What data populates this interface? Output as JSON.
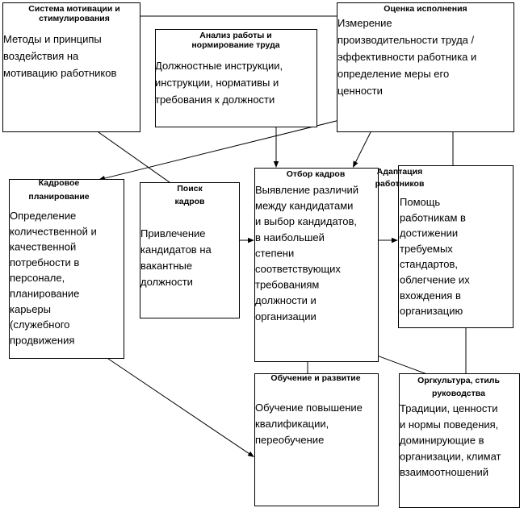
{
  "boxes": [
    {
      "id": "motivation",
      "title_lines": [
        "Система мотивации и",
        "стимулирования"
      ],
      "text_lines": [
        "Методы  и принципы",
        "воздействия на",
        "мотивацию работников"
      ]
    },
    {
      "id": "analysis",
      "title_lines": [
        "Анализ работы и",
        "нормирование труда"
      ],
      "text_lines": [
        "Должностные инструкции,",
        "инструкции, нормативы и",
        "требования к должности"
      ]
    },
    {
      "id": "evaluation",
      "title_lines": [
        "Оценка исполнения"
      ],
      "text_lines": [
        "Измерение",
        "производительности труда /",
        "эффективности работника и",
        "определение меры его",
        "ценности"
      ]
    },
    {
      "id": "planning",
      "title_lines": [
        "Кадровое",
        "планирование"
      ],
      "text_lines": [
        "Определение",
        "количественной и",
        "качественной",
        "потребности в",
        "персонале,",
        "планирование",
        "карьеры",
        "(служебного",
        "продвижения"
      ]
    },
    {
      "id": "search",
      "title_lines": [
        "Поиск",
        "кадров"
      ],
      "text_lines": [
        "Привлечение",
        "кандидатов на",
        "вакантные",
        "должности"
      ]
    },
    {
      "id": "selection",
      "title_lines": [
        "Отбор кадров"
      ],
      "text_lines": [
        "Выявление различий",
        "между кандидатами",
        "и выбор кандидатов,",
        "в наибольшей",
        "степени",
        "соответствующих",
        "требованиям",
        "должности и",
        "организации"
      ]
    },
    {
      "id": "adaptation",
      "title_lines": [
        "Адаптация",
        "работников"
      ],
      "text_lines": [
        "Помощь",
        "работникам в",
        "достижении",
        "требуемых",
        "стандартов,",
        "облегчение их",
        "вхождения в",
        "организацию"
      ]
    },
    {
      "id": "training",
      "title_lines": [
        "Обучение и развитие"
      ],
      "text_lines": [
        "Обучение повышение",
        "квалификации,",
        "переобучение"
      ]
    },
    {
      "id": "culture",
      "title_lines": [
        "Оргкультура, стиль",
        "руководства"
      ],
      "text_lines": [
        "Традиции, ценности",
        "и нормы поведения,",
        "доминирующие в",
        "организации, климат",
        "взаимоотношений"
      ]
    }
  ],
  "connectors": [
    {
      "from": "motivation",
      "to": "evaluation",
      "arrow": false
    },
    {
      "from": "motivation",
      "to": "search",
      "arrow": true
    },
    {
      "from": "analysis",
      "to": "selection",
      "arrow": true
    },
    {
      "from": "evaluation",
      "to": "planning",
      "arrow": true
    },
    {
      "from": "evaluation",
      "to": "selection",
      "arrow": true
    },
    {
      "from": "adaptation",
      "to": "evaluation",
      "arrow": true
    },
    {
      "from": "search",
      "to": "selection",
      "arrow": true
    },
    {
      "from": "selection",
      "to": "adaptation",
      "arrow": true
    },
    {
      "from": "training",
      "to": "selection",
      "arrow": true
    },
    {
      "from": "planning",
      "to": "training",
      "arrow": true
    },
    {
      "from": "culture",
      "to": "adaptation",
      "arrow": true
    },
    {
      "from": "culture",
      "to": "selection",
      "arrow": true
    }
  ]
}
